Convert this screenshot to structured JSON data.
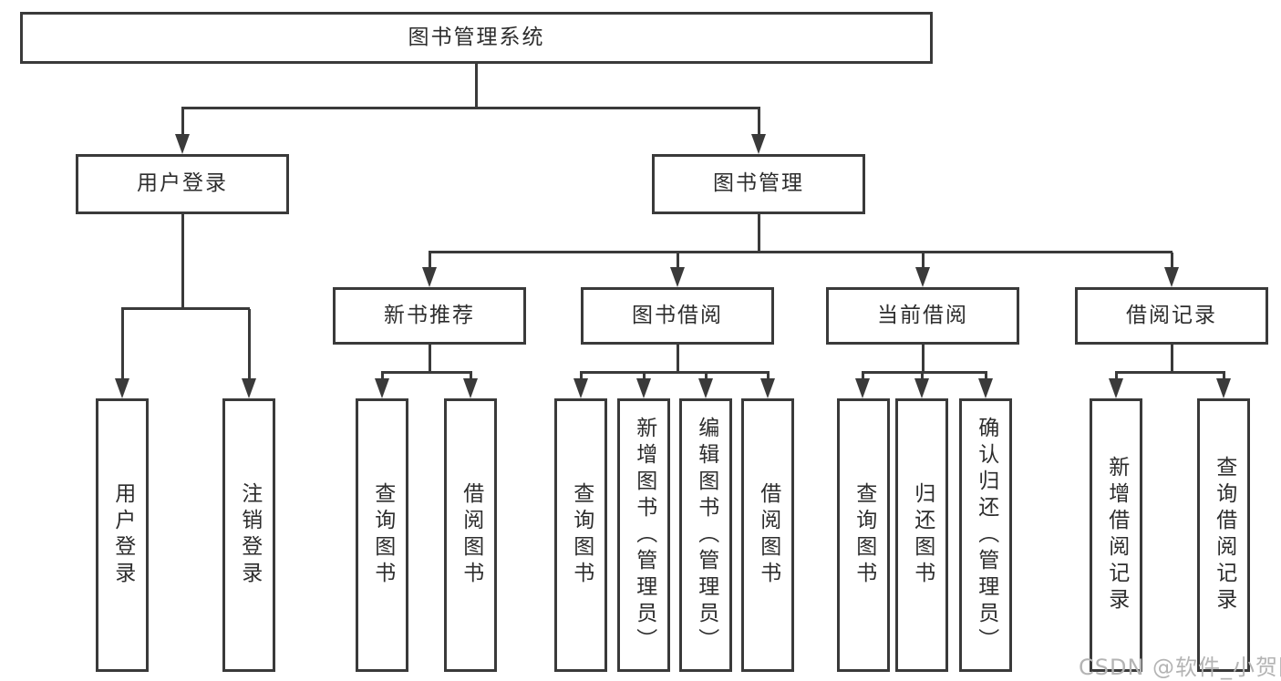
{
  "nodes": {
    "root": "图书管理系统",
    "l2": [
      "用户登录",
      "图书管理"
    ],
    "l3": [
      "新书推荐",
      "图书借阅",
      "当前借阅",
      "借阅记录"
    ],
    "l4": [
      "用户登录",
      "注销登录",
      "查询图书",
      "借阅图书",
      "查询图书",
      "新增图书（管理员）",
      "编辑图书（管理员）",
      "借阅图书",
      "查询图书",
      "归还图书",
      "确认归还（管理员）",
      "新增借阅记录",
      "查询借阅记录"
    ]
  },
  "hierarchy": {
    "图书管理系统": [
      "用户登录",
      "图书管理"
    ],
    "用户登录": [
      "用户登录",
      "注销登录"
    ],
    "图书管理": [
      "新书推荐",
      "图书借阅",
      "当前借阅",
      "借阅记录"
    ],
    "新书推荐": [
      "查询图书",
      "借阅图书"
    ],
    "图书借阅": [
      "查询图书",
      "新增图书（管理员）",
      "编辑图书（管理员）",
      "借阅图书"
    ],
    "当前借阅": [
      "查询图书",
      "归还图书",
      "确认归还（管理员）"
    ],
    "借阅记录": [
      "新增借阅记录",
      "查询借阅记录"
    ]
  },
  "watermark": "CSDN @软件_小贺同学",
  "colors": {
    "line": "#3a3a3a",
    "box_border": "#3a3a3a",
    "text": "#2d2d2d",
    "watermark": "#b4b4b4",
    "background": "#ffffff"
  }
}
